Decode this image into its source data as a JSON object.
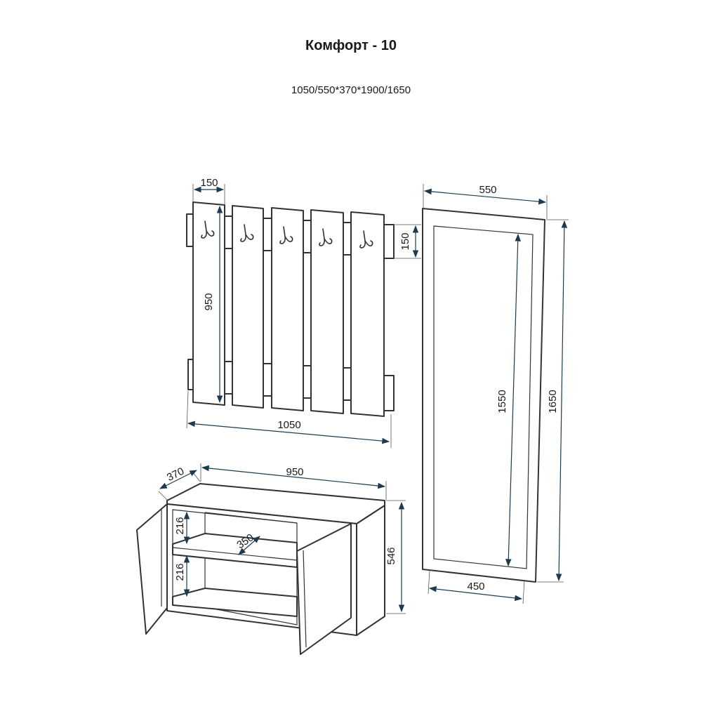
{
  "header": {
    "title": "Комфорт - 10",
    "subtitle": "1050/550*370*1900/1650"
  },
  "dimensions": {
    "hanger_panel_width": "150",
    "hanger_height": "950",
    "hanger_total_width": "1050",
    "hanger_bar_height": "150",
    "mirror_width": "550",
    "mirror_height": "1650",
    "mirror_glass_height": "1550",
    "mirror_glass_width": "450",
    "cabinet_depth": "370",
    "cabinet_width": "950",
    "cabinet_height": "546",
    "shelf_depth": "350",
    "shelf_gap_top": "216",
    "shelf_gap_bottom": "216"
  },
  "colors": {
    "outline": "#333333",
    "dimension_line": "#1c3b52"
  }
}
